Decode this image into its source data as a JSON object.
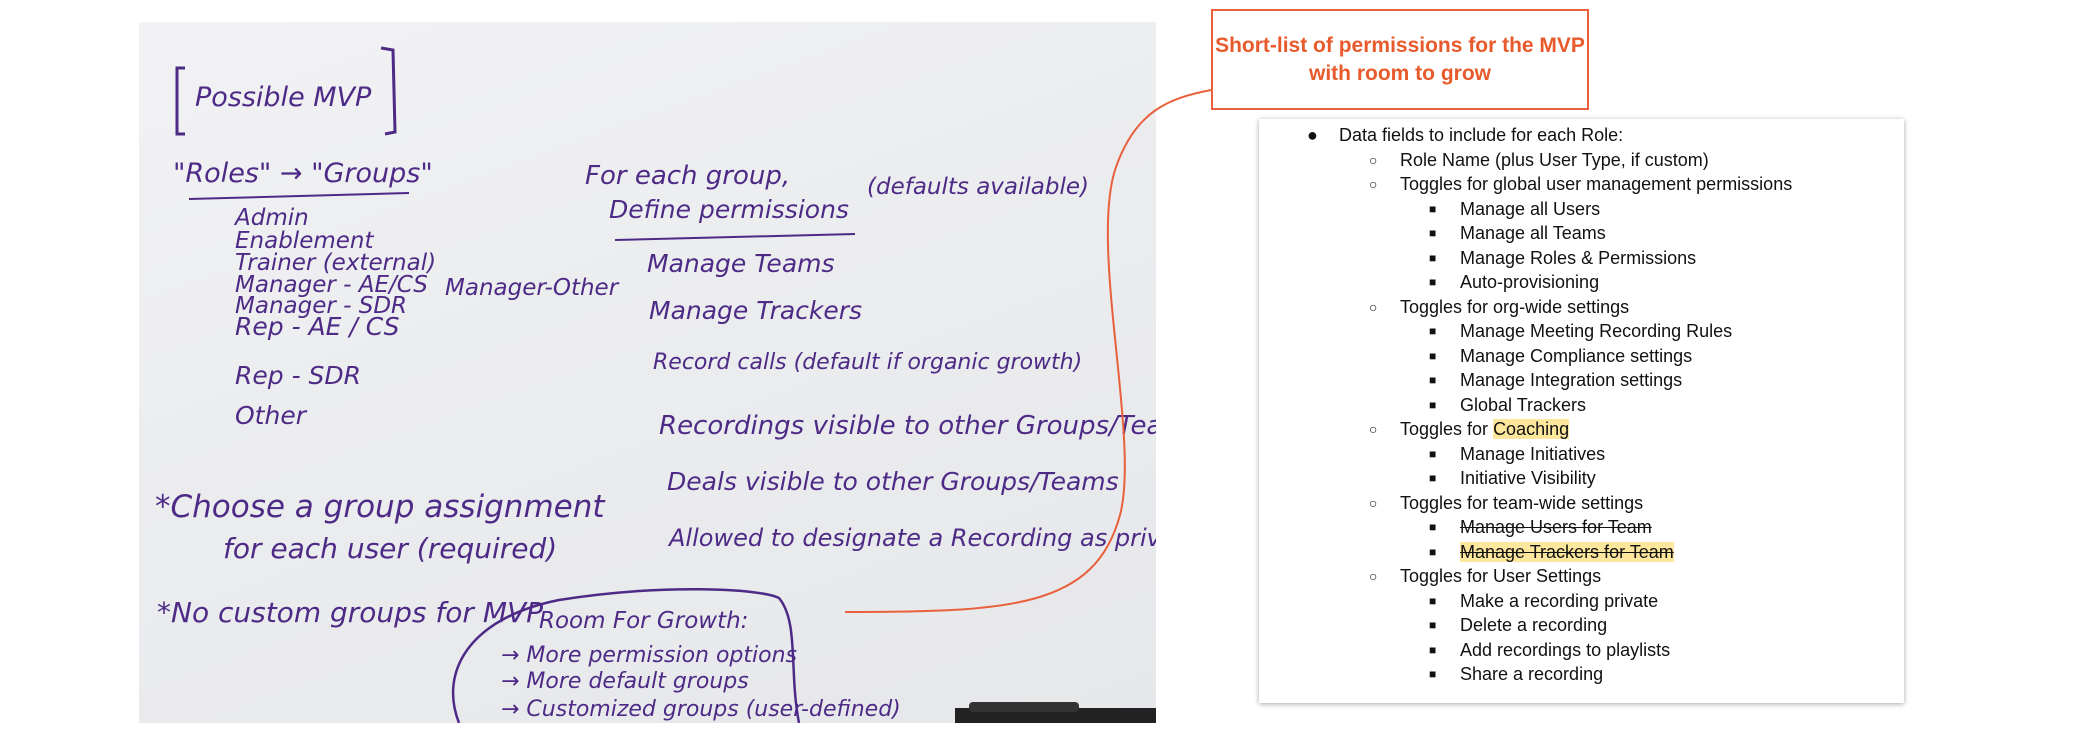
{
  "whiteboard": {
    "title": "Possible MVP",
    "roles_heading": "\"Roles\" → \"Groups\"",
    "roles": [
      "Admin",
      "Enablement",
      "Trainer (external)",
      "Manager - AE/CS",
      "Manager - SDR",
      "Rep - AE / CS",
      "Rep - SDR",
      "Other"
    ],
    "extra_role": "Manager-Other",
    "groups_heading_1": "For each group,",
    "groups_heading_2": "Define permissions",
    "groups_heading_note": "(defaults available)",
    "permissions": [
      "Manage Teams",
      "Manage Trackers",
      "Record calls (default if organic growth)",
      "Recordings visible to other Groups/Teams",
      "Deals visible to other Groups/Teams",
      "Allowed to designate a Recording as private"
    ],
    "note_1_line_1": "*Choose a group assignment",
    "note_1_line_2": "for each user (required)",
    "note_2": "*No custom groups for MVP",
    "growth_heading": "Room For Growth:",
    "growth_items": [
      "→ More permission options",
      "→ More default groups",
      "→ Customized groups (user-defined)"
    ]
  },
  "callout": {
    "text": "Short-list of permissions for the MVP with room to grow",
    "color": "#e8603c"
  },
  "document": {
    "root": "Data fields to include for each Role:",
    "sections": [
      {
        "label": "Role Name (plus User Type, if custom)",
        "items": []
      },
      {
        "label": "Toggles for global user management permissions",
        "items": [
          "Manage all Users",
          "Manage all Teams",
          "Manage Roles & Permissions",
          "Auto-provisioning"
        ]
      },
      {
        "label": "Toggles for org-wide settings",
        "items": [
          "Manage Meeting Recording Rules",
          "Manage Compliance settings",
          "Manage Integration settings",
          "Global Trackers"
        ]
      },
      {
        "label_prefix": "Toggles for ",
        "label_highlight": "Coaching",
        "items": [
          "Manage Initiatives",
          "Initiative Visibility"
        ]
      },
      {
        "label": "Toggles for team-wide settings",
        "struck_items": [
          "Manage Users for Team",
          "Manage Trackers for Team"
        ]
      },
      {
        "label": "Toggles for User Settings",
        "items": [
          "Make a recording private",
          "Delete a recording",
          "Add recordings to playlists",
          "Share a recording"
        ]
      }
    ],
    "highlight_color": "#fde79c"
  }
}
